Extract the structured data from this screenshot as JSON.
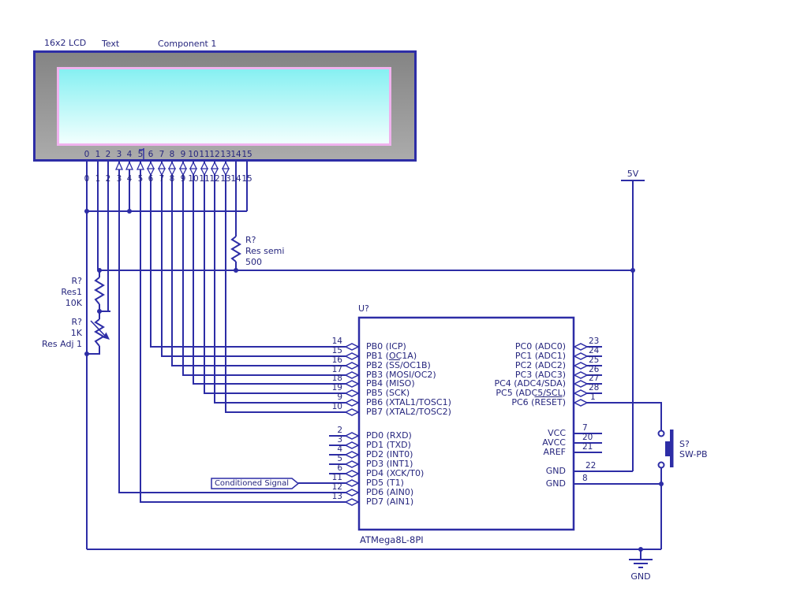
{
  "lcd": {
    "title": "16x2 LCD",
    "subtitle": "Text",
    "component": "Component 1",
    "pin_numbers": [
      "0",
      "1",
      "2",
      "3",
      "4",
      "5",
      "6",
      "7",
      "8",
      "9",
      "10",
      "11",
      "12",
      "13",
      "14",
      "15"
    ]
  },
  "power": {
    "vcc": "5V",
    "gnd": "GND"
  },
  "resistors": {
    "r500": {
      "ref": "R?",
      "name": "Res semi",
      "value": "500"
    },
    "r10k": {
      "ref": "R?",
      "name": "Res1",
      "value": "10K"
    },
    "r1k": {
      "ref": "R?",
      "value": "1K",
      "name": "Res Adj 1"
    }
  },
  "switch": {
    "ref": "S?",
    "name": "SW-PB"
  },
  "net_flag": {
    "label": "Conditioned Signal"
  },
  "mcu": {
    "ref": "U?",
    "part": "ATMega8L-8PI",
    "left_pins": [
      {
        "num": "14",
        "pre": "PB0 (ICP)",
        "over": "",
        "post": ""
      },
      {
        "num": "15",
        "pre": "PB1 (OC1A)",
        "over": "",
        "post": ""
      },
      {
        "num": "16",
        "pre": "PB2 (",
        "over": "SS",
        "post": "/OC1B)"
      },
      {
        "num": "17",
        "pre": "PB3 (MOSI/OC2)",
        "over": "",
        "post": ""
      },
      {
        "num": "18",
        "pre": "PB4 (MISO)",
        "over": "",
        "post": ""
      },
      {
        "num": "19",
        "pre": "PB5 (SCK)",
        "over": "",
        "post": ""
      },
      {
        "num": "9",
        "pre": "PB6 (XTAL1/TOSC1)",
        "over": "",
        "post": ""
      },
      {
        "num": "10",
        "pre": "PB7 (XTAL2/TOSC2)",
        "over": "",
        "post": ""
      },
      {
        "num": "2",
        "pre": "PD0 (RXD)",
        "over": "",
        "post": ""
      },
      {
        "num": "3",
        "pre": "PD1 (TXD)",
        "over": "",
        "post": ""
      },
      {
        "num": "4",
        "pre": "PD2 (INT0)",
        "over": "",
        "post": ""
      },
      {
        "num": "5",
        "pre": "PD3 (INT1)",
        "over": "",
        "post": ""
      },
      {
        "num": "6",
        "pre": "PD4 (XCK/T0)",
        "over": "",
        "post": ""
      },
      {
        "num": "11",
        "pre": "PD5 (T1)",
        "over": "",
        "post": ""
      },
      {
        "num": "12",
        "pre": "PD6 (AIN0)",
        "over": "",
        "post": ""
      },
      {
        "num": "13",
        "pre": "PD7 (AIN1)",
        "over": "",
        "post": ""
      }
    ],
    "right_pins": [
      {
        "num": "23",
        "pre": "PC0 (ADC0)",
        "over": "",
        "post": ""
      },
      {
        "num": "24",
        "pre": "PC1 (ADC1)",
        "over": "",
        "post": ""
      },
      {
        "num": "25",
        "pre": "PC2 (ADC2)",
        "over": "",
        "post": ""
      },
      {
        "num": "26",
        "pre": "PC3 (ADC3)",
        "over": "",
        "post": ""
      },
      {
        "num": "27",
        "pre": "PC4 (ADC4/SDA)",
        "over": "",
        "post": ""
      },
      {
        "num": "28",
        "pre": "PC5 (ADC5/SCL)",
        "over": "",
        "post": ""
      },
      {
        "num": "1",
        "pre": "PC6 (",
        "over": "RESET",
        "post": ")"
      },
      {
        "num": "7",
        "pre": "VCC",
        "over": "",
        "post": ""
      },
      {
        "num": "20",
        "pre": "AVCC",
        "over": "",
        "post": ""
      },
      {
        "num": "21",
        "pre": "AREF",
        "over": "",
        "post": ""
      },
      {
        "num": "22",
        "pre": "GND",
        "over": "",
        "post": ""
      },
      {
        "num": "8",
        "pre": "GND",
        "over": "",
        "post": ""
      }
    ]
  }
}
